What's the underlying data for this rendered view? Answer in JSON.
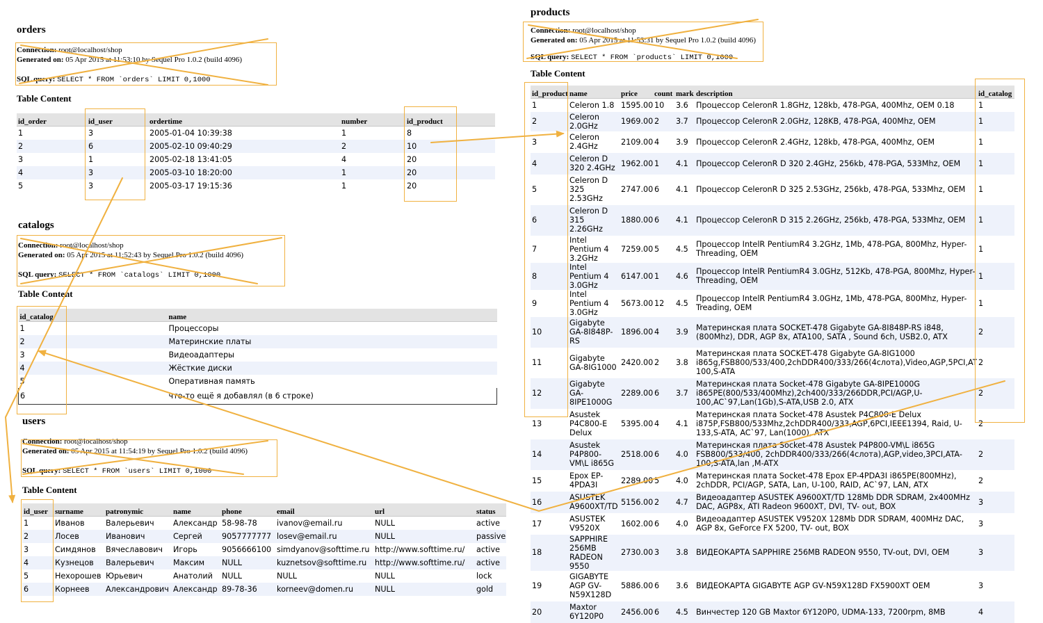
{
  "colors": {
    "accent": "#f0b140",
    "header_bg": "#e3e3e3",
    "row_alt": "#eef2fb"
  },
  "orders": {
    "title": "orders",
    "conn_label": "Connection:",
    "conn_value": "root@localhost/shop",
    "gen_label": "Generated on:",
    "gen_value": "05 Apr 2015 at 11:53:10 by Sequel Pro 1.0.2 (build 4096)",
    "sql_label": "SQL query:",
    "sql_value": "SELECT * FROM `orders` LIMIT 0,1000",
    "table_content": "Table Content",
    "columns": [
      "id_order",
      "id_user",
      "ordertime",
      "number",
      "id_product"
    ],
    "rows": [
      [
        "1",
        "3",
        "2005-01-04 10:39:38",
        "1",
        "8"
      ],
      [
        "2",
        "6",
        "2005-02-10 09:40:29",
        "2",
        "10"
      ],
      [
        "3",
        "1",
        "2005-02-18 13:41:05",
        "4",
        "20"
      ],
      [
        "4",
        "3",
        "2005-03-10 18:20:00",
        "1",
        "20"
      ],
      [
        "5",
        "3",
        "2005-03-17 19:15:36",
        "1",
        "20"
      ]
    ]
  },
  "catalogs": {
    "title": "catalogs",
    "conn_label": "Connection:",
    "conn_value": "root@localhost/shop",
    "gen_label": "Generated on:",
    "gen_value": "05 Apr 2015 at 11:52:43 by Sequel Pro 1.0.2 (build 4096)",
    "sql_label": "SQL query:",
    "sql_value": "SELECT * FROM `catalogs` LIMIT 0,1000",
    "table_content": "Table Content",
    "columns": [
      "id_catalog",
      "name"
    ],
    "rows": [
      [
        "1",
        "Процессоры"
      ],
      [
        "2",
        "Материнские платы"
      ],
      [
        "3",
        "Видеоадаптеры"
      ],
      [
        "4",
        "Жёсткие диски"
      ],
      [
        "5",
        "Оперативная память"
      ],
      [
        "6",
        "что-то ещё я добавлял (в 6 строке)"
      ]
    ]
  },
  "users": {
    "title": "users",
    "conn_label": "Connection:",
    "conn_value": "root@localhost/shop",
    "gen_label": "Generated on:",
    "gen_value": "05 Apr 2015 at 11:54:19 by Sequel Pro 1.0.2 (build 4096)",
    "sql_label": "SQL query:",
    "sql_value": "SELECT * FROM `users` LIMIT 0,1000",
    "table_content": "Table Content",
    "columns": [
      "id_user",
      "surname",
      "patronymic",
      "name",
      "phone",
      "email",
      "url",
      "status"
    ],
    "rows": [
      [
        "1",
        "Иванов",
        "Валерьевич",
        "Александр",
        "58-98-78",
        "ivanov@email.ru",
        "NULL",
        "active"
      ],
      [
        "2",
        "Лосев",
        "Иванович",
        "Сергей",
        "9057777777",
        "losev@email.ru",
        "NULL",
        "passive"
      ],
      [
        "3",
        "Симдянов",
        "Вячеславович",
        "Игорь",
        "9056666100",
        "simdyanov@softtime.ru",
        "http://www.softtime.ru/",
        "active"
      ],
      [
        "4",
        "Кузнецов",
        "Валерьевич",
        "Максим",
        "NULL",
        "kuznetsov@softtime.ru",
        "http://www.softtime.ru/",
        "active"
      ],
      [
        "5",
        "Нехорошев",
        "Юрьевич",
        "Анатолий",
        "NULL",
        "NULL",
        "NULL",
        "lock"
      ],
      [
        "6",
        "Корнеев",
        "Александрович",
        "Александр",
        "89-78-36",
        "korneev@domen.ru",
        "NULL",
        "gold"
      ]
    ]
  },
  "products": {
    "title": "products",
    "conn_label": "Connection:",
    "conn_value": "root@localhost/shop",
    "gen_label": "Generated on:",
    "gen_value": "05 Apr 2015 at 11:53:31 by Sequel Pro 1.0.2 (build 4096)",
    "sql_label": "SQL query:",
    "sql_value": "SELECT * FROM `products` LIMIT 0,1000",
    "table_content": "Table Content",
    "columns": [
      "id_product",
      "name",
      "price",
      "count",
      "mark",
      "description",
      "id_catalog"
    ],
    "rows": [
      [
        "1",
        "Celeron 1.8",
        "1595.00",
        "10",
        "3.6",
        "Процессор CeleronR 1.8GHz, 128kb, 478-PGA, 400Mhz, OEM 0.18",
        "1"
      ],
      [
        "2",
        "Celeron 2.0GHz",
        "1969.00",
        "2",
        "3.7",
        "Процессор CeleronR 2.0GHz, 128KB, 478-PGA, 400Mhz, OEM",
        "1"
      ],
      [
        "3",
        "Celeron 2.4GHz",
        "2109.00",
        "4",
        "3.9",
        "Процессор CeleronR 2.4GHz, 128kb, 478-PGA, 400Mhz, OEM",
        "1"
      ],
      [
        "4",
        "Celeron D 320 2.4GHz",
        "1962.00",
        "1",
        "4.1",
        "Процессор CeleronR D 320 2.4GHz, 256kb, 478-PGA, 533Mhz, OEM",
        "1"
      ],
      [
        "5",
        "Celeron D 325 2.53GHz",
        "2747.00",
        "6",
        "4.1",
        "Процессор CeleronR D 325 2.53GHz, 256kb, 478-PGA, 533Mhz, OEM",
        "1"
      ],
      [
        "6",
        "Celeron D 315 2.26GHz",
        "1880.00",
        "6",
        "4.1",
        "Процессор CeleronR D 315 2.26GHz, 256kb, 478-PGA, 533Mhz, OEM",
        "1"
      ],
      [
        "7",
        "Intel Pentium 4 3.2GHz",
        "7259.00",
        "5",
        "4.5",
        "Процессор IntelR PentiumR4 3.2GHz, 1Mb, 478-PGA, 800Mhz, Hyper-Threading, OEM",
        "1"
      ],
      [
        "8",
        "Intel Pentium 4 3.0GHz",
        "6147.00",
        "1",
        "4.6",
        "Процессор IntelR PentiumR4 3.0GHz, 512Kb, 478-PGA, 800Mhz, Hyper-Threading, OEM",
        "1"
      ],
      [
        "9",
        "Intel Pentium 4 3.0GHz",
        "5673.00",
        "12",
        "4.5",
        "Процессор IntelR PentiumR4 3.0GHz, 1Mb, 478-PGA, 800Mhz, Hyper-Treading, OEM",
        "1"
      ],
      [
        "10",
        "Gigabyte GA-8I848P-RS",
        "1896.00",
        "4",
        "3.9",
        "Материнская плата SOCKET-478 Gigabyte GA-8I848P-RS i848, (800Mhz), DDR, AGP 8x, ATA100, SATA , Sound 6ch, USB2.0, ATX",
        "2"
      ],
      [
        "11",
        "Gigabyte GA-8IG1000",
        "2420.00",
        "2",
        "3.8",
        "Материнская плата SOCKET-478 Gigabyte GA-8IG1000 i865g,FSB800/533/400,2chDDR400/333/266(4слота),Video,AGP,5PCI,ATA-100,S-ATA",
        "2"
      ],
      [
        "12",
        "Gigabyte GA-8IPE1000G",
        "2289.00",
        "6",
        "3.7",
        "Материнская плата Socket-478 Gigabyte GA-8IPE1000G i865PE(800/533/400Mhz),2ch400/333/266DDR,PCI/AGP,U-100,AC`97,Lan(1Gb),S-ATA,USB 2.0, ATX",
        "2"
      ],
      [
        "13",
        "Asustek P4C800-E Delux",
        "5395.00",
        "4",
        "4.1",
        "Материнская плата Socket-478 Asustek P4C800-E Delux i875P,FSB800/533Mhz,2chDDR400/333,AGP,6PCI,IEEE1394, Raid, U-133,S-ATA, AC`97, Lan(1000), ATX",
        "2"
      ],
      [
        "14",
        "Asustek P4P800-VM\\L i865G",
        "2518.00",
        "6",
        "4.0",
        "Материнская плата Socket-478 Asustek P4P800-VM\\L i865G FSB800/533/400, 2chDDR400/333/266(4слота),AGP,video,3PCI,ATA-100,S-ATA,lan ,M-ATX",
        "2"
      ],
      [
        "15",
        "Epox EP-4PDA3I",
        "2289.00",
        "5",
        "4.0",
        "Материнская плата Socket-478 Epox EP-4PDA3I i865PE(800MHz), 2chDDR, PCI/AGP, SATA, Lan, U-100, RAID, AC`97, LAN, ATX",
        "2"
      ],
      [
        "16",
        "ASUSTEK A9600XT/TD",
        "5156.00",
        "2",
        "4.7",
        "Видеоадаптер ASUSTEK A9600XT/TD 128Mb DDR SDRAM, 2x400MHz DAC, AGP8x, ATI Radeon 9600XT, DVI, TV- out, BOX",
        "3"
      ],
      [
        "17",
        "ASUSTEK V9520X",
        "1602.00",
        "6",
        "4.0",
        "Видеоадаптер ASUSTEK V9520X 128Mb DDR SDRAM, 400MHz DAC, AGP 8x, GeForce FX 5200, TV- out, BOX",
        "3"
      ],
      [
        "18",
        "SAPPHIRE 256MB RADEON 9550",
        "2730.00",
        "3",
        "3.8",
        "ВИДЕОКАРТА SAPPHIRE 256MB RADEON 9550, TV-out, DVI, OEM",
        "3"
      ],
      [
        "19",
        "GIGABYTE AGP GV-N59X128D",
        "5886.00",
        "6",
        "3.6",
        "ВИДЕОКАРТА GIGABYTE AGP GV-N59X128D FX5900XT OEM",
        "3"
      ],
      [
        "20",
        "Maxtor 6Y120P0",
        "2456.00",
        "6",
        "4.5",
        "Винчестер 120 GB Maxtor 6Y120P0, UDMA-133, 7200rpm, 8MB",
        "4"
      ]
    ]
  }
}
